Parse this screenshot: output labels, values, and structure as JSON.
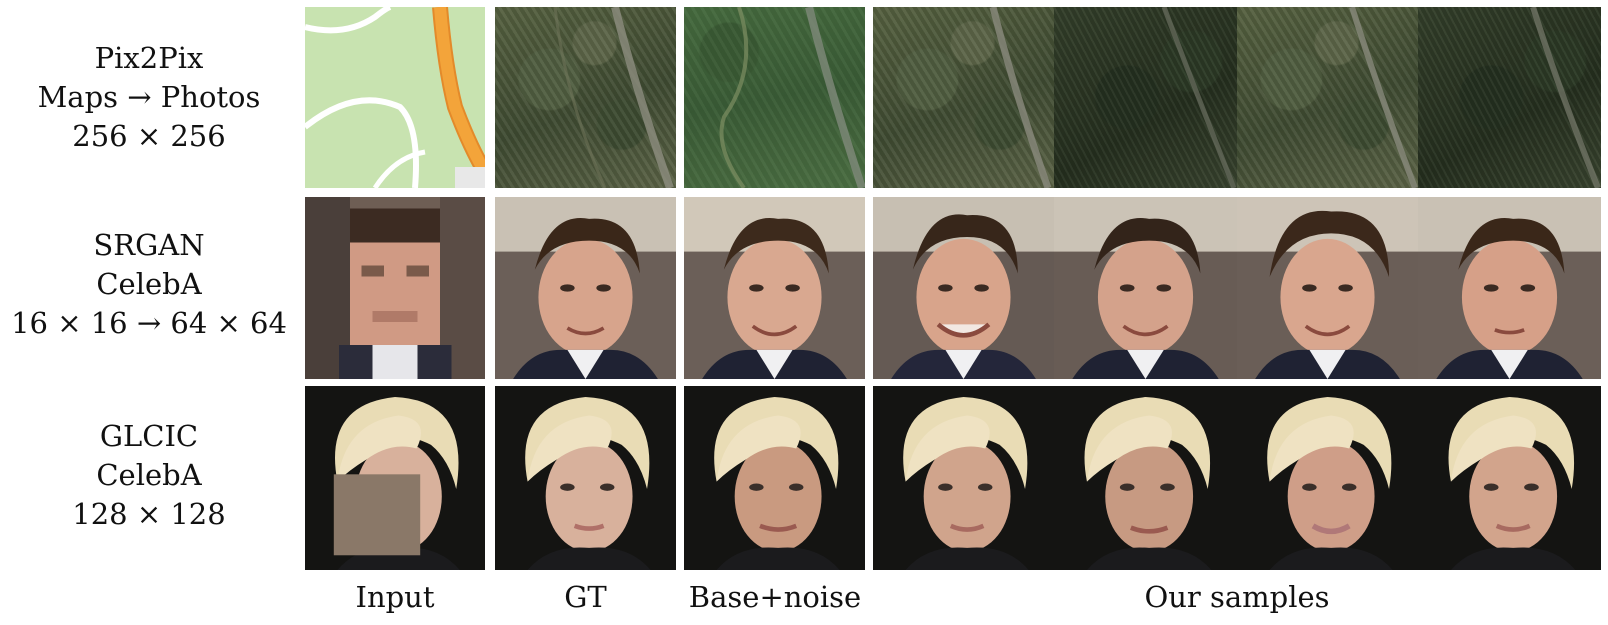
{
  "rows": [
    {
      "lines": [
        "Pix2Pix",
        "Maps → Photos",
        "256 × 256"
      ]
    },
    {
      "lines": [
        "SRGAN",
        "CelebA",
        "16 × 16 → 64 × 64"
      ]
    },
    {
      "lines": [
        "GLCIC",
        "CelebA",
        "128 × 128"
      ]
    }
  ],
  "columns": {
    "input": "Input",
    "gt": "GT",
    "base_noise": "Base+noise",
    "samples": "Our samples"
  },
  "colors": {
    "background": "#ffffff",
    "map_land": "#c8e3b0",
    "map_road": "#f3a43a",
    "inpaint_mask": "#8a7868"
  }
}
